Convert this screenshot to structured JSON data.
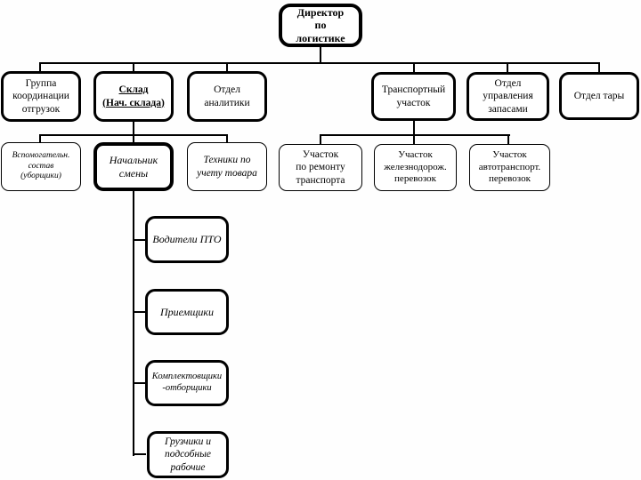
{
  "diagram": {
    "type": "org-chart",
    "background_color": "#ffffff",
    "line_color": "#000000",
    "text_color": "#000000",
    "nodes": {
      "director": "Директор\nпо\nлогистике",
      "shipping_coordination_group": "Группа\nкоординации\nотгрузок",
      "warehouse": "Склад\n(Нач. склада)",
      "analytics_department": "Отдел\nаналитики",
      "transport_section": "Транспортный\nучасток",
      "inventory_management_department": "Отдел\nуправления\nзапасами",
      "container_department": "Отдел тары",
      "auxiliary_staff": "Вспомогательн.\nсостав\n(уборщики)",
      "shift_supervisor": "Начальник\nсмены",
      "goods_accounting_technicians": "Техники по\nучету товара",
      "transport_repair_section": "Участок\nпо ремонту\nтранспорта",
      "railway_transport_section": "Участок\nжелезнодорож.\nперевозок",
      "motor_transport_section": "Участок\nавтотранспорт.\nперевозок",
      "pto_drivers": "Водители ПТО",
      "receivers": "Приемщики",
      "pickers_selectors": "Комплектовщики\n-отборщики",
      "loaders_and_helpers": "Грузчики и\nподсобные\nрабочие"
    }
  }
}
